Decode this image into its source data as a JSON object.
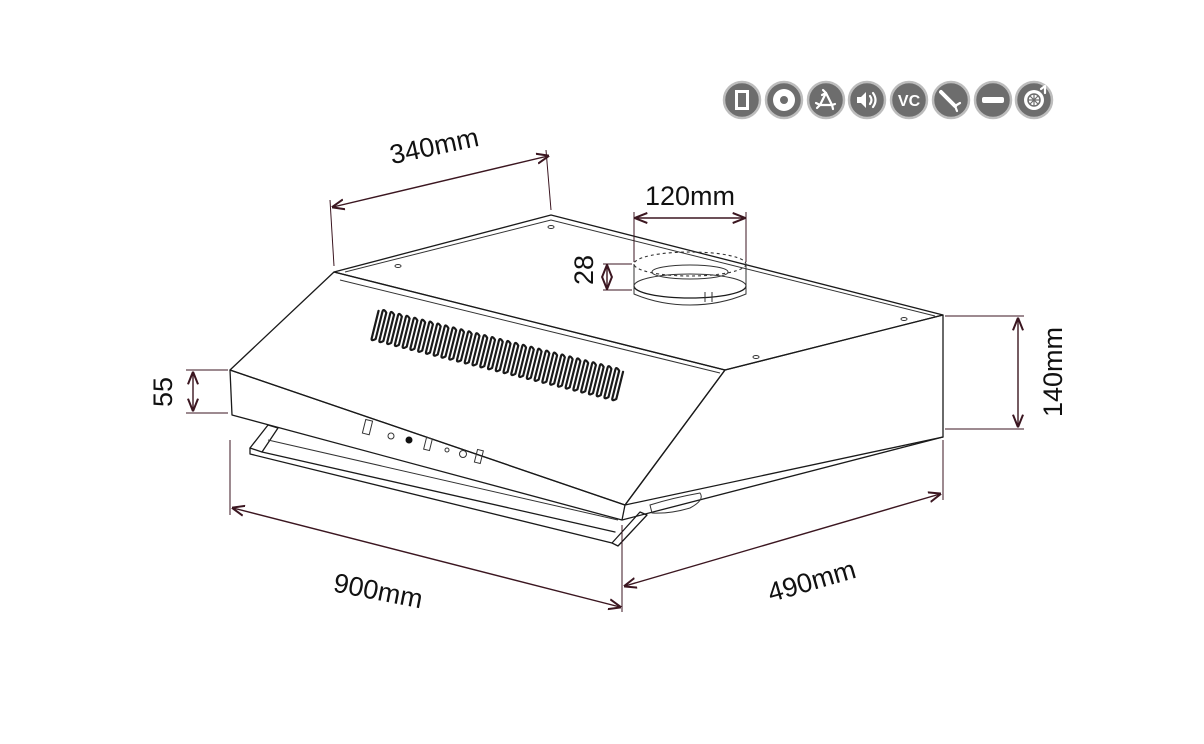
{
  "dimensions": {
    "depth_top": "340mm",
    "duct_diameter": "120mm",
    "duct_height": "28",
    "height": "140mm",
    "front_height": "55",
    "width": "900mm",
    "depth": "490mm"
  },
  "feature_icons": [
    "filter-panel-icon",
    "disc-icon",
    "recycle-icon",
    "speaker-volume-icon",
    "vc-icon",
    "tool-icon",
    "minus-icon",
    "fan-icon"
  ],
  "icon_text": {
    "vc": "VC"
  },
  "colors": {
    "line": "#1a1a1a",
    "dimension": "#3b1620",
    "badge": "#6d6d6d"
  }
}
